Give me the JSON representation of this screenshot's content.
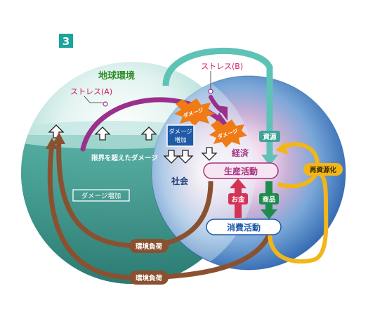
{
  "badge": "3",
  "labels": {
    "earth": "地球環境",
    "stress_a": "ストレス(A)",
    "stress_b": "ストレス(B)",
    "beyond_limit": "限界を超えたダメージ",
    "damage_increase_1": "ダメージ増加",
    "damage_increase_2_line1": "ダメージ",
    "damage_increase_2_line2": "増加",
    "society": "社会",
    "economy": "経済",
    "production": "生産活動",
    "consumption": "消費活動",
    "resources": "資源",
    "recycling": "再資源化",
    "money": "お金",
    "goods": "商品",
    "env_load_1": "環境負荷",
    "env_load_2": "環境負荷",
    "damage_burst_1": "ダメージ",
    "damage_burst_2": "ダメージ"
  },
  "colors": {
    "badge": "#1aa59b",
    "earth_title": "#2f8f2a",
    "stress_text": "#d2195f",
    "purple_arrow": "#9a2f8c",
    "teal_arrow": "#5ec3b6",
    "brown_arrow": "#8a5130",
    "yellow_arrow": "#f2b618",
    "green_arrow": "#1e8c4a",
    "red_arrow": "#d43355",
    "blue_text": "#1c5aa8",
    "burst": "#f07a14"
  }
}
